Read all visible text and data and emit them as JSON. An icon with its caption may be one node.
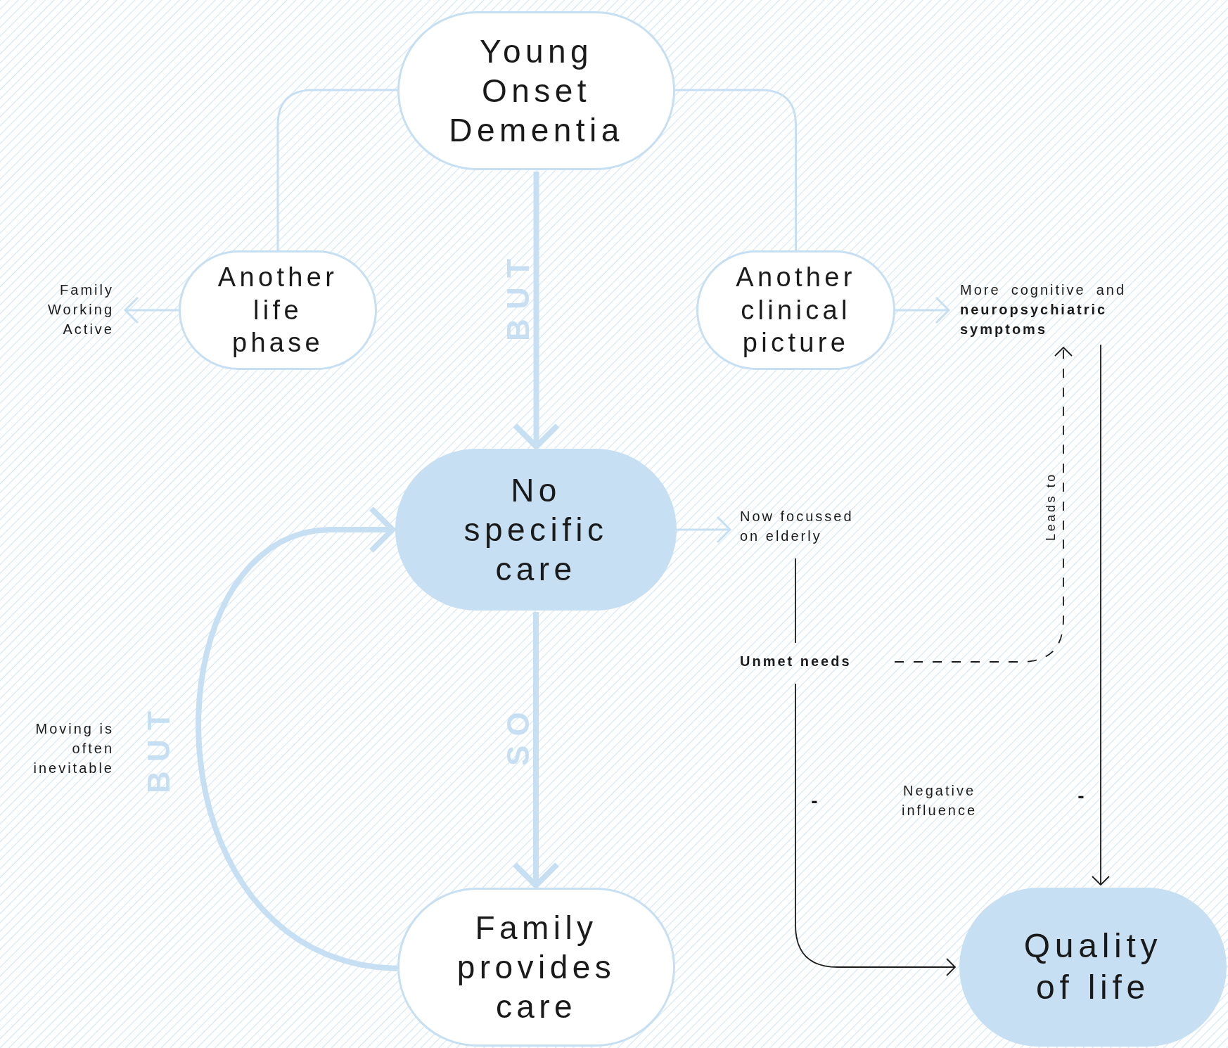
{
  "diagram": {
    "nodes": [
      {
        "text": [
          "Young Onset Dementia"
        ]
      },
      {
        "text": [
          "Another life phase"
        ]
      },
      {
        "text": [
          "Another clinical picture"
        ]
      },
      {
        "text": [
          "Family Working Active"
        ]
      },
      {
        "text": [
          "More cognitive and **neuropsychiatric symptoms**"
        ]
      },
      {
        "text": [
          "No specific care"
        ]
      },
      {
        "text": [
          "Now focussed on elderly"
        ]
      },
      {
        "text": [
          "Family provides care"
        ]
      },
      {
        "text": [
          "Quality of life"
        ]
      },
      {
        "text": [
          "Unmet needs"
        ]
      }
    ],
    "edges": [
      {
        "from": 0,
        "to": 1,
        "arrow": "none"
      },
      {
        "from": 0,
        "to": 2,
        "arrow": "none"
      },
      {
        "from": 0,
        "to": 5,
        "arrow": "to",
        "label": "BUT",
        "style": "thick"
      },
      {
        "from": 1,
        "to": 3,
        "arrow": "to"
      },
      {
        "from": 2,
        "to": 4,
        "arrow": "to"
      },
      {
        "from": 5,
        "to": 6,
        "arrow": "to"
      },
      {
        "from": 5,
        "to": 7,
        "arrow": "to",
        "label": "SO",
        "style": "thick"
      },
      {
        "from": 7,
        "to": 5,
        "arrow": "to",
        "label": "BUT",
        "style": "thick"
      },
      {
        "from": 6,
        "to": 9,
        "arrow": "none",
        "color": "#1a1a1a"
      },
      {
        "from": 9,
        "to": 4,
        "arrow": "to",
        "label": "Leads to",
        "style": "dashed",
        "color": "#1a1a1a"
      },
      {
        "from": 9,
        "to": 8,
        "arrow": "to",
        "label": "-",
        "color": "#1a1a1a"
      },
      {
        "from": 4,
        "to": 8,
        "arrow": "to",
        "label": "-",
        "color": "#1a1a1a"
      }
    ],
    "labels": [
      "Moving is often inevitable",
      "Negative influence"
    ]
  }
}
